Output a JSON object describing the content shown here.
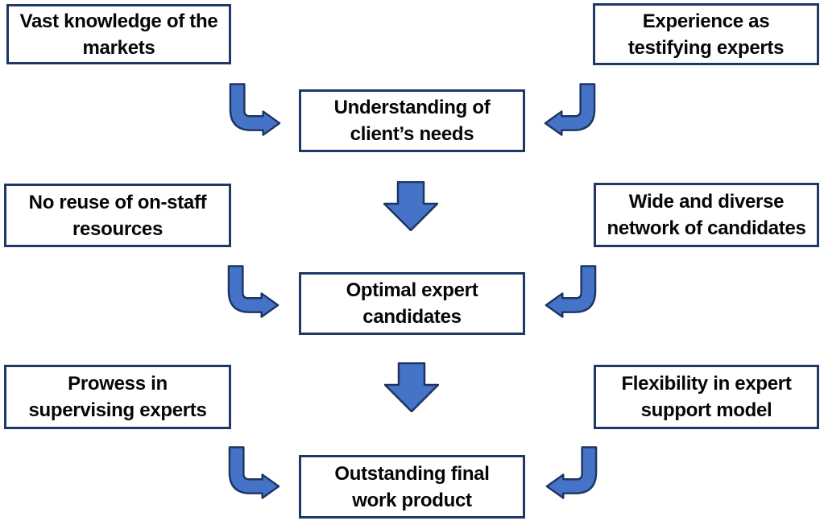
{
  "colors": {
    "box_border": "#1F3864",
    "arrow_fill": "#4573C7",
    "arrow_stroke": "#1E3560",
    "text": "#060606",
    "background": "#FFFFFF"
  },
  "icons": {
    "from_left": "curved-arrow-pointing-right",
    "from_right": "curved-arrow-pointing-left",
    "flow": "down-block-arrow"
  },
  "rows": [
    {
      "left": {
        "line1": "Vast knowledge of the",
        "line2": "markets"
      },
      "right": {
        "line1": "Experience as",
        "line2": "testifying experts"
      },
      "center": {
        "line1": "Understanding of",
        "line2": "client’s needs"
      }
    },
    {
      "left": {
        "line1": "No reuse of on-staff",
        "line2": "resources"
      },
      "right": {
        "line1": "Wide and diverse",
        "line2": "network of candidates"
      },
      "center": {
        "line1": "Optimal expert",
        "line2": "candidates"
      }
    },
    {
      "left": {
        "line1": "Prowess in",
        "line2": "supervising experts"
      },
      "right": {
        "line1": "Flexibility in expert",
        "line2": "support model"
      },
      "center": {
        "line1": "Outstanding final",
        "line2": "work product"
      }
    }
  ]
}
